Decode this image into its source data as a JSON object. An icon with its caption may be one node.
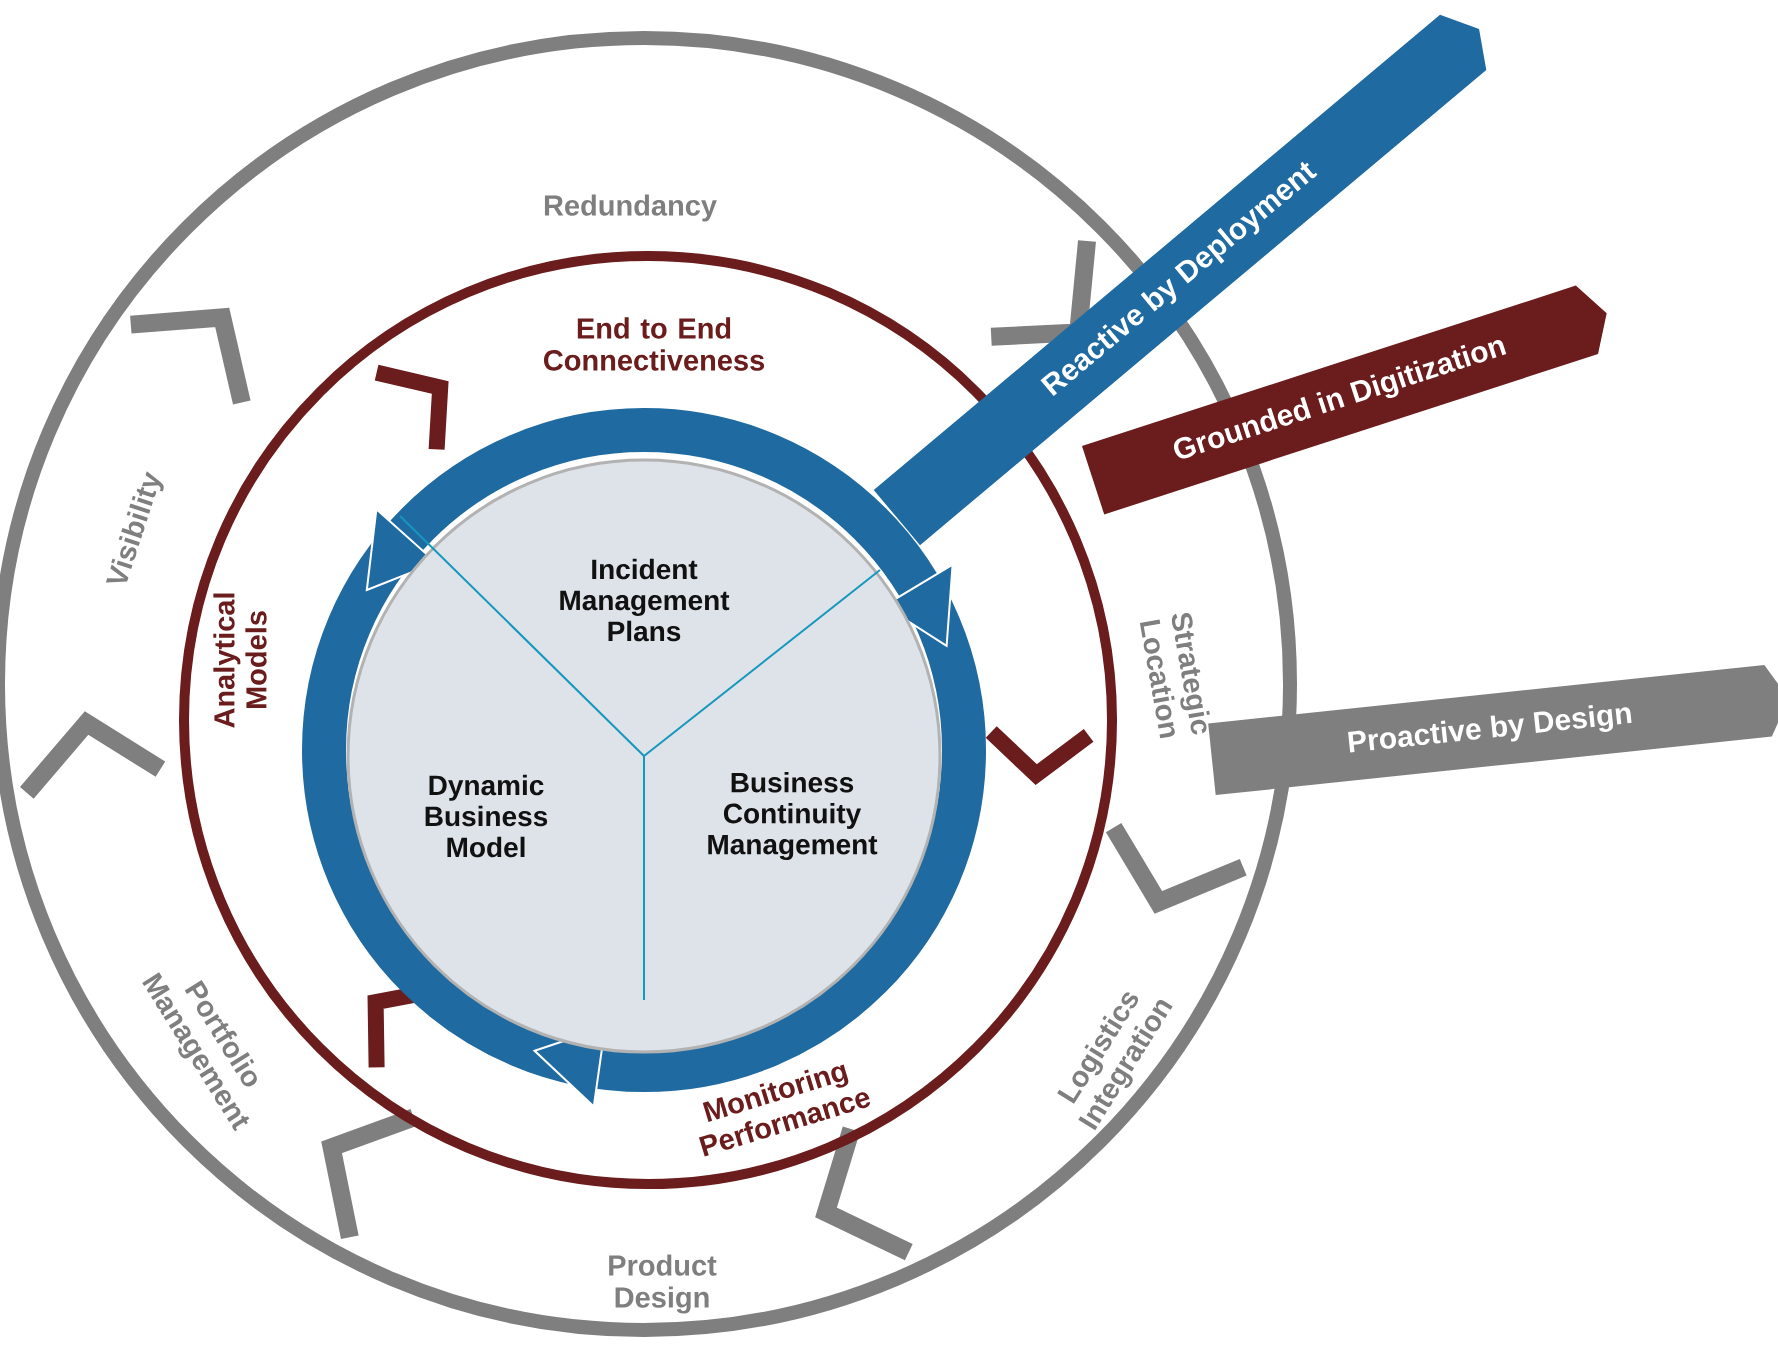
{
  "diagram": {
    "nodes": [
      {
        "text": [
          "Redundancy",
          "Strategic Location",
          "Logistics Integration",
          "Product Design",
          "Portfolio Management",
          "Visibility"
        ]
      },
      {
        "text": [
          "End to End Connectiveness",
          "Monitoring Performance",
          "Analytical Models"
        ],
        "in": 0
      },
      {
        "text": [],
        "shape": "circle",
        "in": 1
      },
      {
        "text": [
          "Incident Management Plans",
          "Dynamic Business Model",
          "Business Continuity Management"
        ],
        "in": 2
      },
      {
        "text": [
          "Reactive by Deployment"
        ]
      },
      {
        "text": [
          "Grounded in Digitization"
        ]
      },
      {
        "text": [
          "Proactive by Design"
        ]
      }
    ]
  }
}
